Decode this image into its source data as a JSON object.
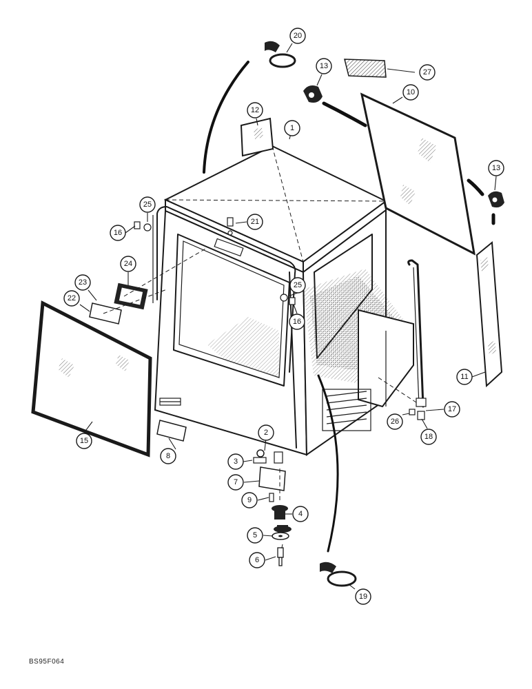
{
  "figure_code": "BS95F064",
  "callouts": [
    "1",
    "2",
    "3",
    "4",
    "5",
    "6",
    "7",
    "8",
    "9",
    "10",
    "11",
    "12",
    "13",
    "13",
    "15",
    "16",
    "16",
    "17",
    "18",
    "19",
    "20",
    "21",
    "22",
    "23",
    "24",
    "25",
    "25",
    "26",
    "27"
  ]
}
